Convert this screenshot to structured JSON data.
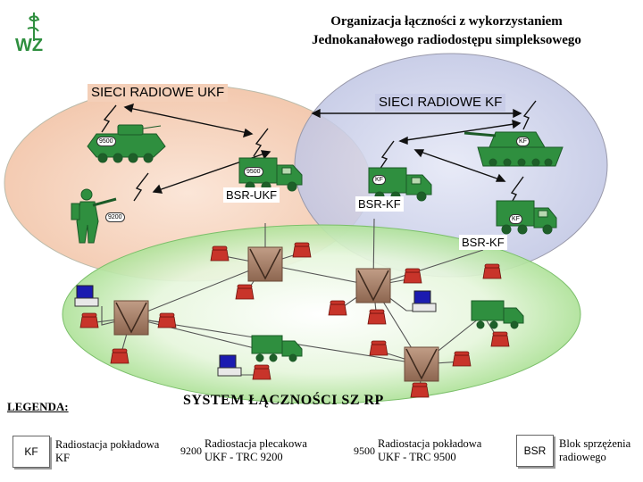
{
  "title": {
    "line1": "Organizacja łączności z wykorzystaniem",
    "line2": "Jednokanałowego radiodostępu simpleksowego"
  },
  "logo": {
    "text": "WZ"
  },
  "networks": {
    "ukf_label": "SIECI RADIOWE UKF",
    "kf_label": "SIECI RADIOWE KF",
    "system_label": "SYSTEM ŁĄCZNOŚCI SZ RP"
  },
  "bsr_labels": {
    "ukf": "BSR-UKF",
    "kf1": "BSR-KF",
    "kf2": "BSR-KF"
  },
  "device_tags": {
    "apc": "9500",
    "tank": "KF",
    "truck_ukf": "9500",
    "truck_kf1": "KF",
    "soldier": "9200",
    "truck_kf2": "KF"
  },
  "legend": {
    "title": "LEGENDA:",
    "items": [
      {
        "code": "KF",
        "line1": "Radiostacja pokładowa",
        "line2": "KF"
      },
      {
        "code": "9200",
        "line1": "Radiostacja plecakowa",
        "line2": "UKF - TRC 9200"
      },
      {
        "code": "9500",
        "line1": "Radiostacja pokładowa",
        "line2": "UKF - TRC 9500"
      },
      {
        "code": "BSR",
        "line1": "Blok sprzężenia",
        "line2": "radiowego"
      }
    ]
  },
  "colors": {
    "ukf_area": "#f6d3bd",
    "kf_area": "#cdd1ea",
    "system_area": "#b8e8a4",
    "system_area_edge": "#f4f8f0",
    "vehicle": "#2f8f3f",
    "switch_node": "#a37a63",
    "phone": "#c8342a"
  },
  "icons": [
    "logo-emblem",
    "apc-icon",
    "tank-icon",
    "truck-icon",
    "soldier-icon",
    "switch-node-icon",
    "telephone-icon",
    "computer-terminal-icon",
    "antenna-icon"
  ]
}
